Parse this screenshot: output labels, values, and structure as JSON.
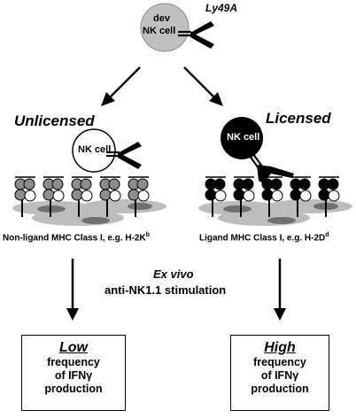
{
  "top_cell": {
    "label_line1": "dev",
    "label_line2": "NK cell",
    "receptor_label": "Ly49A"
  },
  "left": {
    "heading": "Unlicensed",
    "cell_label": "NK cell",
    "mhc_label": "Non-ligand MHC Class I, e.g. H-2K",
    "mhc_superscript": "b",
    "outcome_level": "Low",
    "outcome_line1": "frequency",
    "outcome_line2": "of IFNγ",
    "outcome_line3": "production"
  },
  "right": {
    "heading": "Licensed",
    "cell_label": "NK cell",
    "mhc_label": "Ligand MHC Class I, e.g. H-2D",
    "mhc_superscript": "d",
    "outcome_level": "High",
    "outcome_line1": "frequency",
    "outcome_line2": "of IFNγ",
    "outcome_line3": "production"
  },
  "stimulation": {
    "line1": "Ex vivo",
    "line2": "anti-NK1.1 stimulation"
  },
  "colors": {
    "dev_cell_fill": "#c0c0c0",
    "unlicensed_mhc_fill": "#8c8c8c",
    "licensed_mhc_fill": "#000000",
    "membrane_fill": "#bdbdbd",
    "membrane_shadow": "#707070"
  }
}
